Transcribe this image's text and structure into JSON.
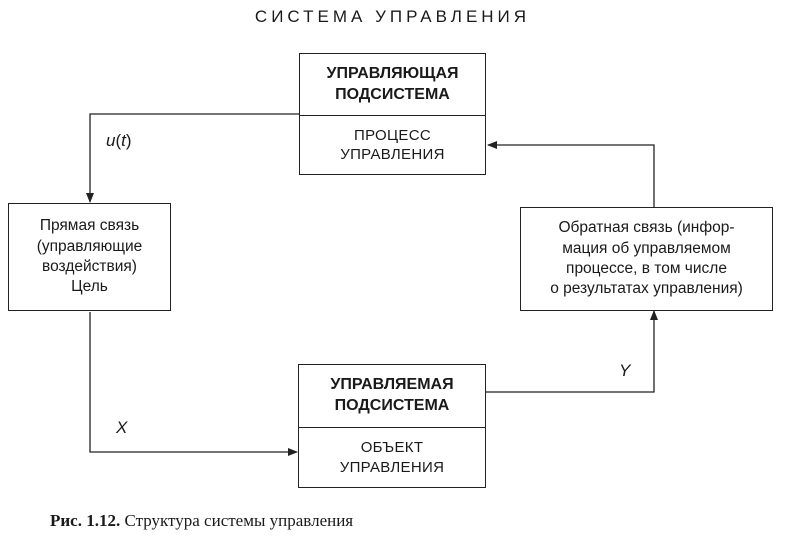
{
  "title": "СИСТЕМА УПРАВЛЕНИЯ",
  "control_subsystem": {
    "heading_line1": "УПРАВЛЯЮЩАЯ",
    "heading_line2": "ПОДСИСТЕМА",
    "body_line1": "ПРОЦЕСС",
    "body_line2": "УПРАВЛЕНИЯ"
  },
  "controlled_subsystem": {
    "heading_line1": "УПРАВЛЯЕМАЯ",
    "heading_line2": "ПОДСИСТЕМА",
    "body_line1": "ОБЪЕКТ",
    "body_line2": "УПРАВЛЕНИЯ"
  },
  "direct_link": {
    "line1": "Прямая связь",
    "line2": "(управляющие",
    "line3": "воздействия)",
    "line4": "Цель"
  },
  "feedback": {
    "line1": "Обратная связь (инфор-",
    "line2": "мация об управляемом",
    "line3": "процессе, в том числе",
    "line4": "о результатах управления)"
  },
  "signals": {
    "u_var": "u",
    "u_arg_open": "(",
    "u_arg": "t",
    "u_arg_close": ")",
    "x": "X",
    "y": "Y"
  },
  "caption": {
    "number": "Рис. 1.12.",
    "text": "Структура системы управления"
  }
}
